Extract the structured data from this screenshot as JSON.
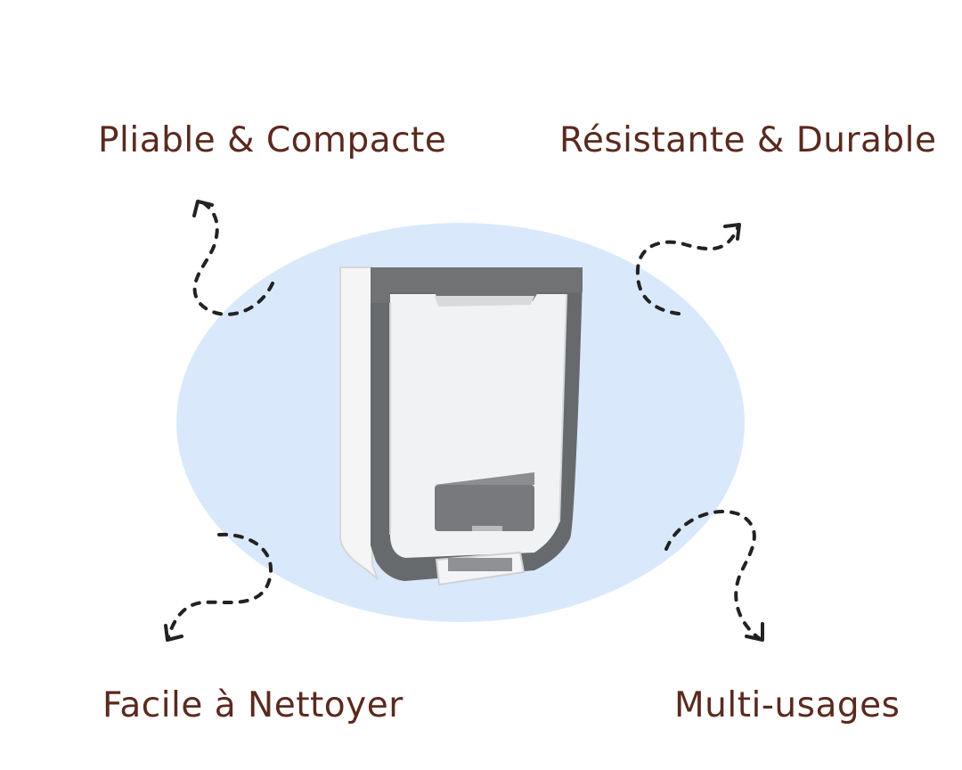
{
  "features": {
    "top_left": "Pliable & Compacte",
    "top_right": "Résistante & Durable",
    "bottom_left": "Facile à Nettoyer",
    "bottom_right": "Multi-usages"
  },
  "colors": {
    "background": "#ffffff",
    "highlight_ellipse": "#d9e9fb",
    "feature_text": "#5a2a1f",
    "arrow": "#222222",
    "product_body": "#f1f2f3",
    "product_frame": "#707274"
  },
  "icons": {
    "top_left_arrow": "curvy-dashed-arrow-up-left",
    "top_right_arrow": "curvy-dashed-arrow-up-right",
    "bottom_left_arrow": "curvy-dashed-arrow-down-left",
    "bottom_right_arrow": "curvy-dashed-arrow-down-right",
    "product": "foldable-trash-bin"
  }
}
